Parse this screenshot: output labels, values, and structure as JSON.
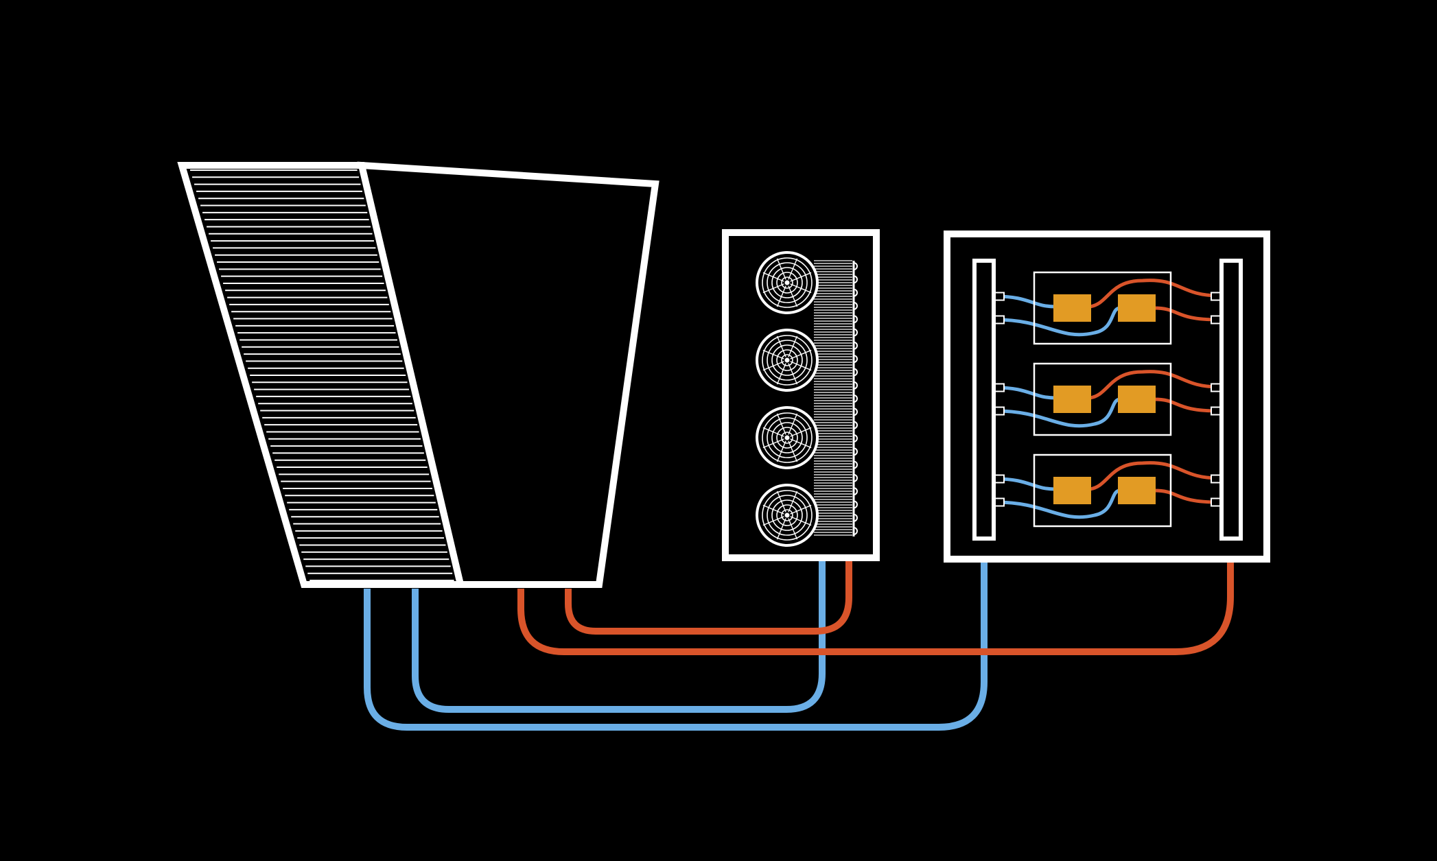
{
  "colors": {
    "background": "#000000",
    "outline": "#ffffff",
    "cold_pipe": "#6aaee6",
    "hot_pipe": "#d9542a",
    "component": "#e29b24"
  },
  "components": {
    "cooling_tower": {
      "icon": "cooling-tower-icon"
    },
    "heat_exchanger": {
      "icon": "fan-coil-unit-icon",
      "fan_count": 4
    },
    "server_rack": {
      "icon": "server-rack-icon",
      "module_count": 3,
      "chips_per_module": 2
    }
  },
  "loops": [
    {
      "name": "",
      "type": "cold",
      "from": "cooling_tower",
      "to": "heat_exchanger"
    },
    {
      "name": "",
      "type": "cold",
      "from": "cooling_tower",
      "to": "server_rack"
    },
    {
      "name": "",
      "type": "hot",
      "from": "heat_exchanger",
      "to": "cooling_tower"
    },
    {
      "name": "",
      "type": "hot",
      "from": "server_rack",
      "to": "cooling_tower"
    }
  ]
}
